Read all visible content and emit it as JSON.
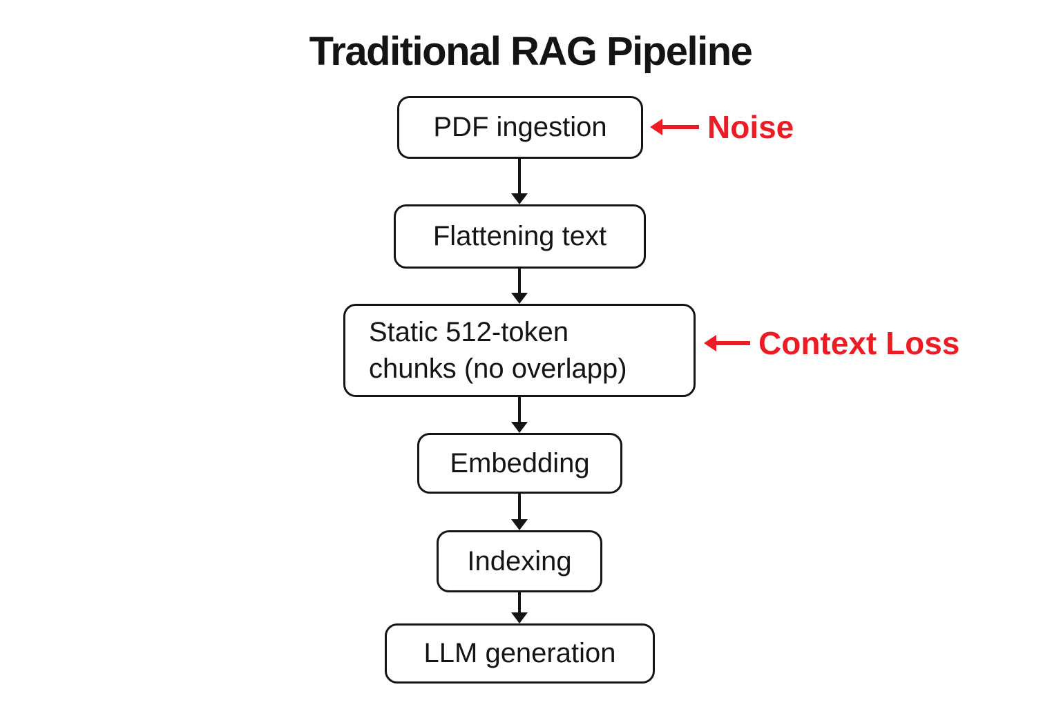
{
  "title": "Traditional RAG Pipeline",
  "colors": {
    "background": "#ffffff",
    "node_border": "#141414",
    "annotation_red": "#ed1c24"
  },
  "nodes": [
    {
      "label": "PDF ingestion"
    },
    {
      "label": "Flattening text"
    },
    {
      "label": "Static 512-token\nchunks (no overlapp)"
    },
    {
      "label": "Embedding"
    },
    {
      "label": "Indexing"
    },
    {
      "label": "LLM generation"
    }
  ],
  "annotations": [
    {
      "label": "Noise"
    },
    {
      "label": "Context Loss"
    }
  ]
}
